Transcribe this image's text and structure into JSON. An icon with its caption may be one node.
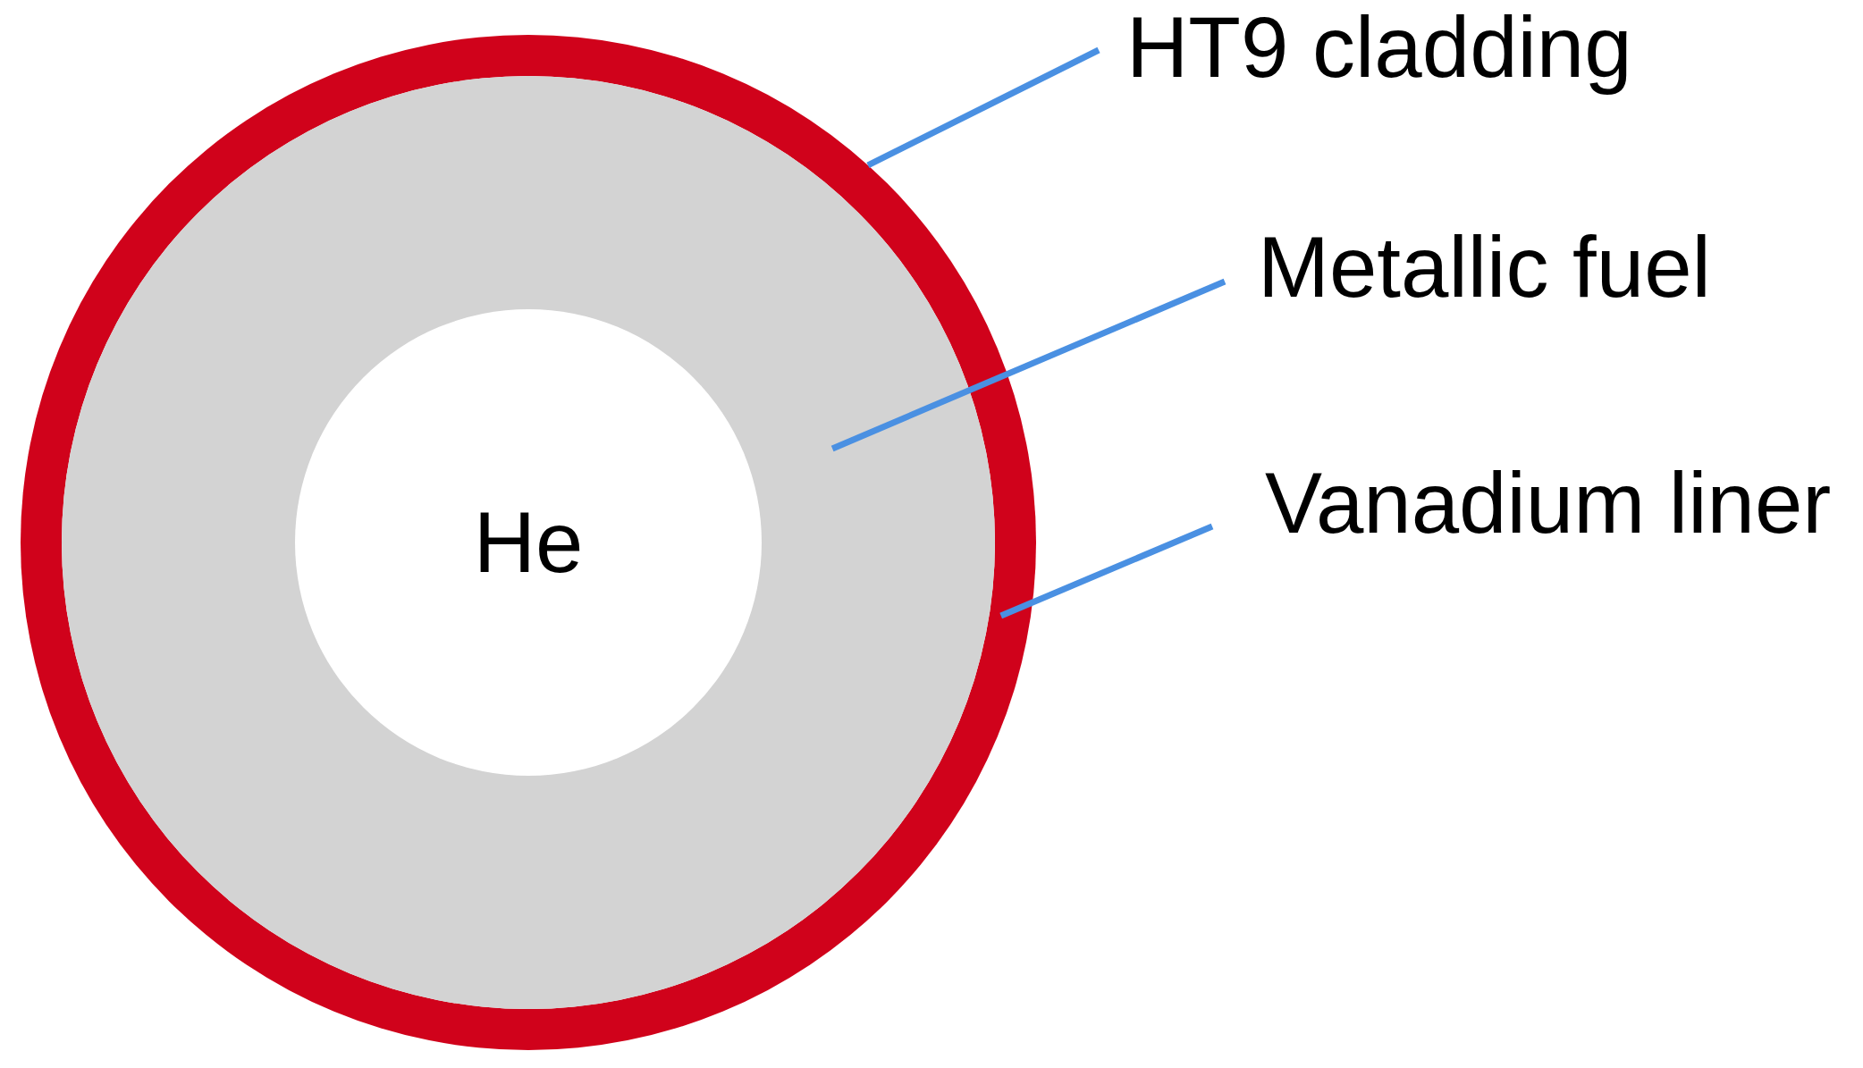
{
  "diagram": {
    "nodes": [
      {
        "text": [
          "HT9 cladding"
        ]
      },
      {
        "text": [
          "Metallic fuel"
        ]
      },
      {
        "text": [
          "Vanadium liner"
        ]
      },
      {
        "text": [],
        "shape": "circle"
      },
      {
        "text": [],
        "shape": "circle",
        "in": 3
      },
      {
        "text": [
          "He"
        ],
        "in": 4
      }
    ],
    "edges": [
      {
        "from": 0,
        "to": 3,
        "arrow": "none"
      },
      {
        "from": 1,
        "to": 4,
        "arrow": "none"
      },
      {
        "from": 2,
        "to": 3,
        "arrow": "none"
      }
    ]
  }
}
